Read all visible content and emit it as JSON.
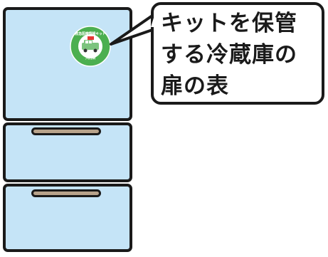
{
  "bubble": {
    "lines": [
      "キットを保管",
      "する冷蔵庫の",
      "扉の表"
    ]
  },
  "sticker": {
    "top_text": "救急医療情報キット",
    "bottom_text": "入力済",
    "colors": {
      "outer": "#4caf50",
      "inner": "#ffffff",
      "car": "#ffffff",
      "cross": "#e53935"
    }
  },
  "colors": {
    "fridge": "#c5e4f7",
    "handle": "#b8a38b",
    "outline": "#1a1a1a"
  }
}
